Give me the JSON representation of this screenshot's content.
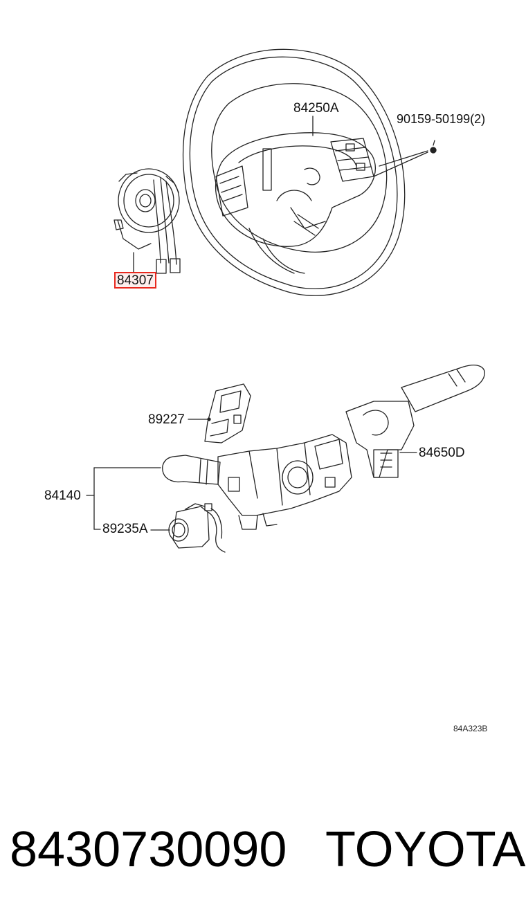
{
  "parts": {
    "steering_wheel": "84250A",
    "bolt": "90159-50199(2)",
    "spiral_cable": "84307",
    "bracket": "89227",
    "wiper_switch": "84650D",
    "combination_switch": "84140",
    "sensor": "89235A"
  },
  "diagram_code": "84A323B",
  "footer": {
    "part_number": "8430730090",
    "brand": "TOYOTA"
  },
  "colors": {
    "highlight": "#e8281e",
    "line": "#222222"
  }
}
